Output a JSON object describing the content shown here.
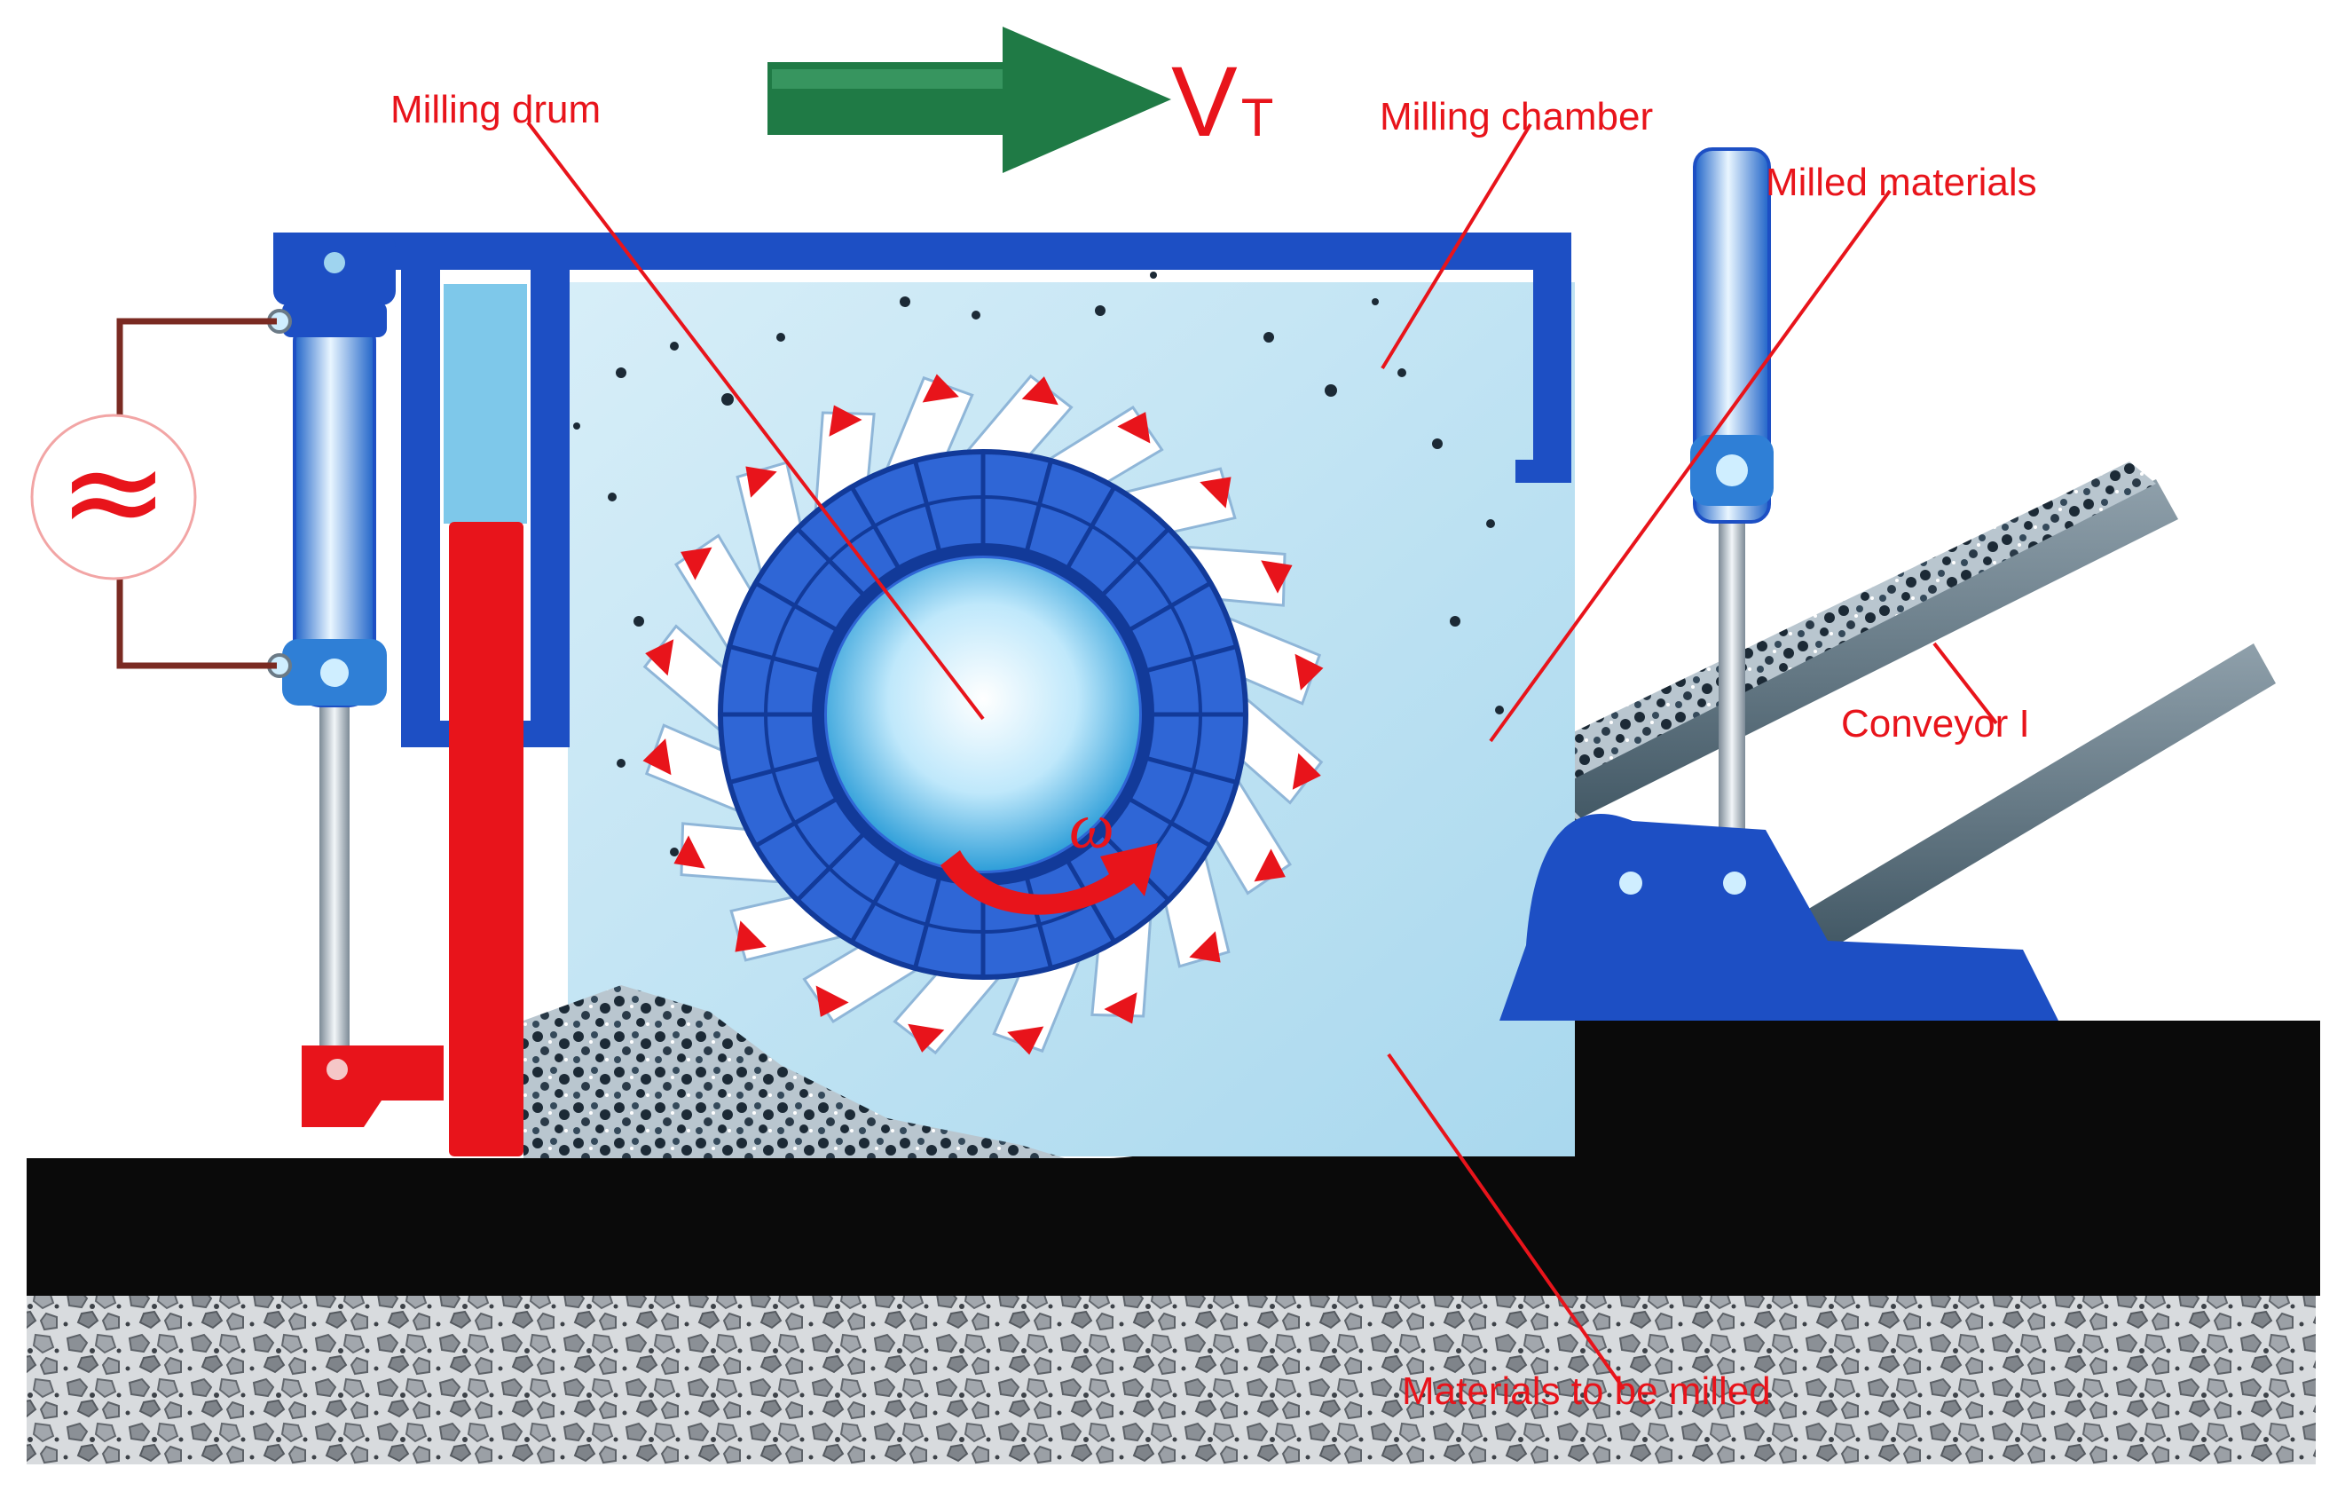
{
  "labels": {
    "milling_drum": "Milling drum",
    "milling_chamber": "Milling chamber",
    "milled_materials": "Milled materials",
    "conveyor": "Conveyor I",
    "materials_to_be_milled": "Materials to be milled",
    "velocity_symbol": "V",
    "velocity_subscript": "T",
    "angular_symbol": "ω",
    "ac_symbol": "≈"
  },
  "colors": {
    "label_red": "#e8141b",
    "frame_blue": "#1d4fc4",
    "chamber_fill": "#bfe3f2",
    "cylinder_red": "#e8141b",
    "arrow_green": "#1f7a45",
    "ground_black": "#0a0a0a",
    "gravel_gray": "#9a9ea4"
  },
  "icons": {
    "ac_source": "ac-source-icon",
    "direction_arrow": "arrow-right-icon",
    "rotation_arrow": "rotation-arrow-icon"
  }
}
